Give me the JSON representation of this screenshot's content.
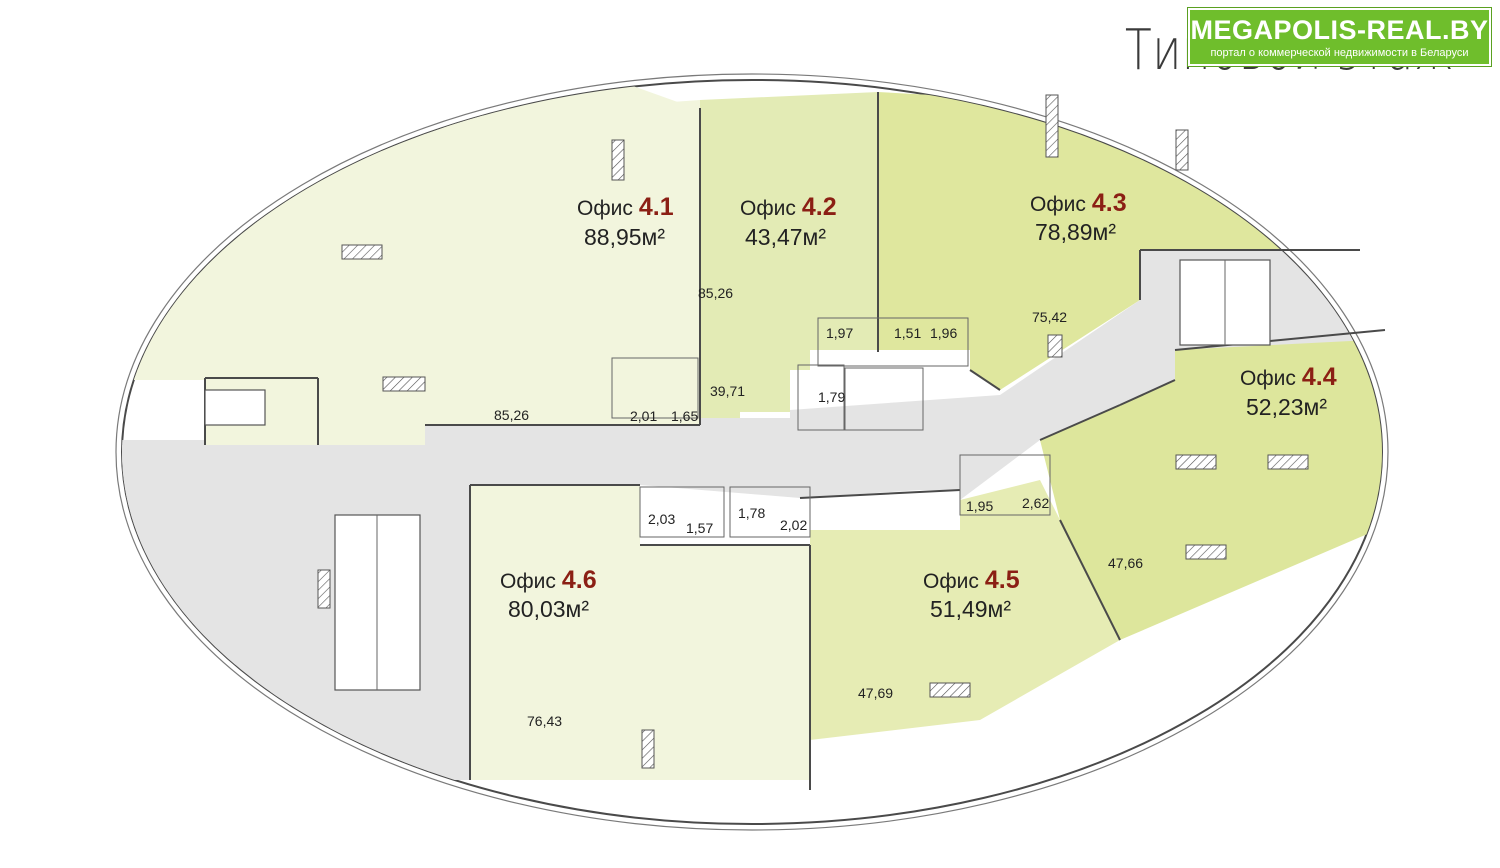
{
  "header": {
    "title": "Типовой этаж",
    "brand_name": "MEGAPOLIS-REAL.BY",
    "brand_tagline": "портал о коммерческой недвижимости в Беларуси"
  },
  "colors": {
    "office_4_1": "#f2f5dd",
    "office_4_2": "#e3ebb5",
    "office_4_3": "#dfe79e",
    "office_4_4": "#dde69c",
    "office_4_5": "#e6ecb4",
    "office_4_6": "#f2f5dd",
    "corridor": "#e4e4e4",
    "brand": "#6fbe2c",
    "office_number": "#8b1f14"
  },
  "offices": [
    {
      "prefix": "Офис",
      "number": "4.1",
      "area": "88,95м²"
    },
    {
      "prefix": "Офис",
      "number": "4.2",
      "area": "43,47м²"
    },
    {
      "prefix": "Офис",
      "number": "4.3",
      "area": "78,89м²"
    },
    {
      "prefix": "Офис",
      "number": "4.4",
      "area": "52,23м²"
    },
    {
      "prefix": "Офис",
      "number": "4.5",
      "area": "51,49м²"
    },
    {
      "prefix": "Офис",
      "number": "4.6",
      "area": "80,03м²"
    }
  ],
  "room_areas": [
    "85,26",
    "85,26",
    "39,71",
    "2,01",
    "1,65",
    "1,97",
    "1,51",
    "1,96",
    "1,79",
    "75,42",
    "2,03",
    "1,57",
    "1,78",
    "2,02",
    "1,95",
    "2,62",
    "47,66",
    "47,69",
    "76,43"
  ]
}
